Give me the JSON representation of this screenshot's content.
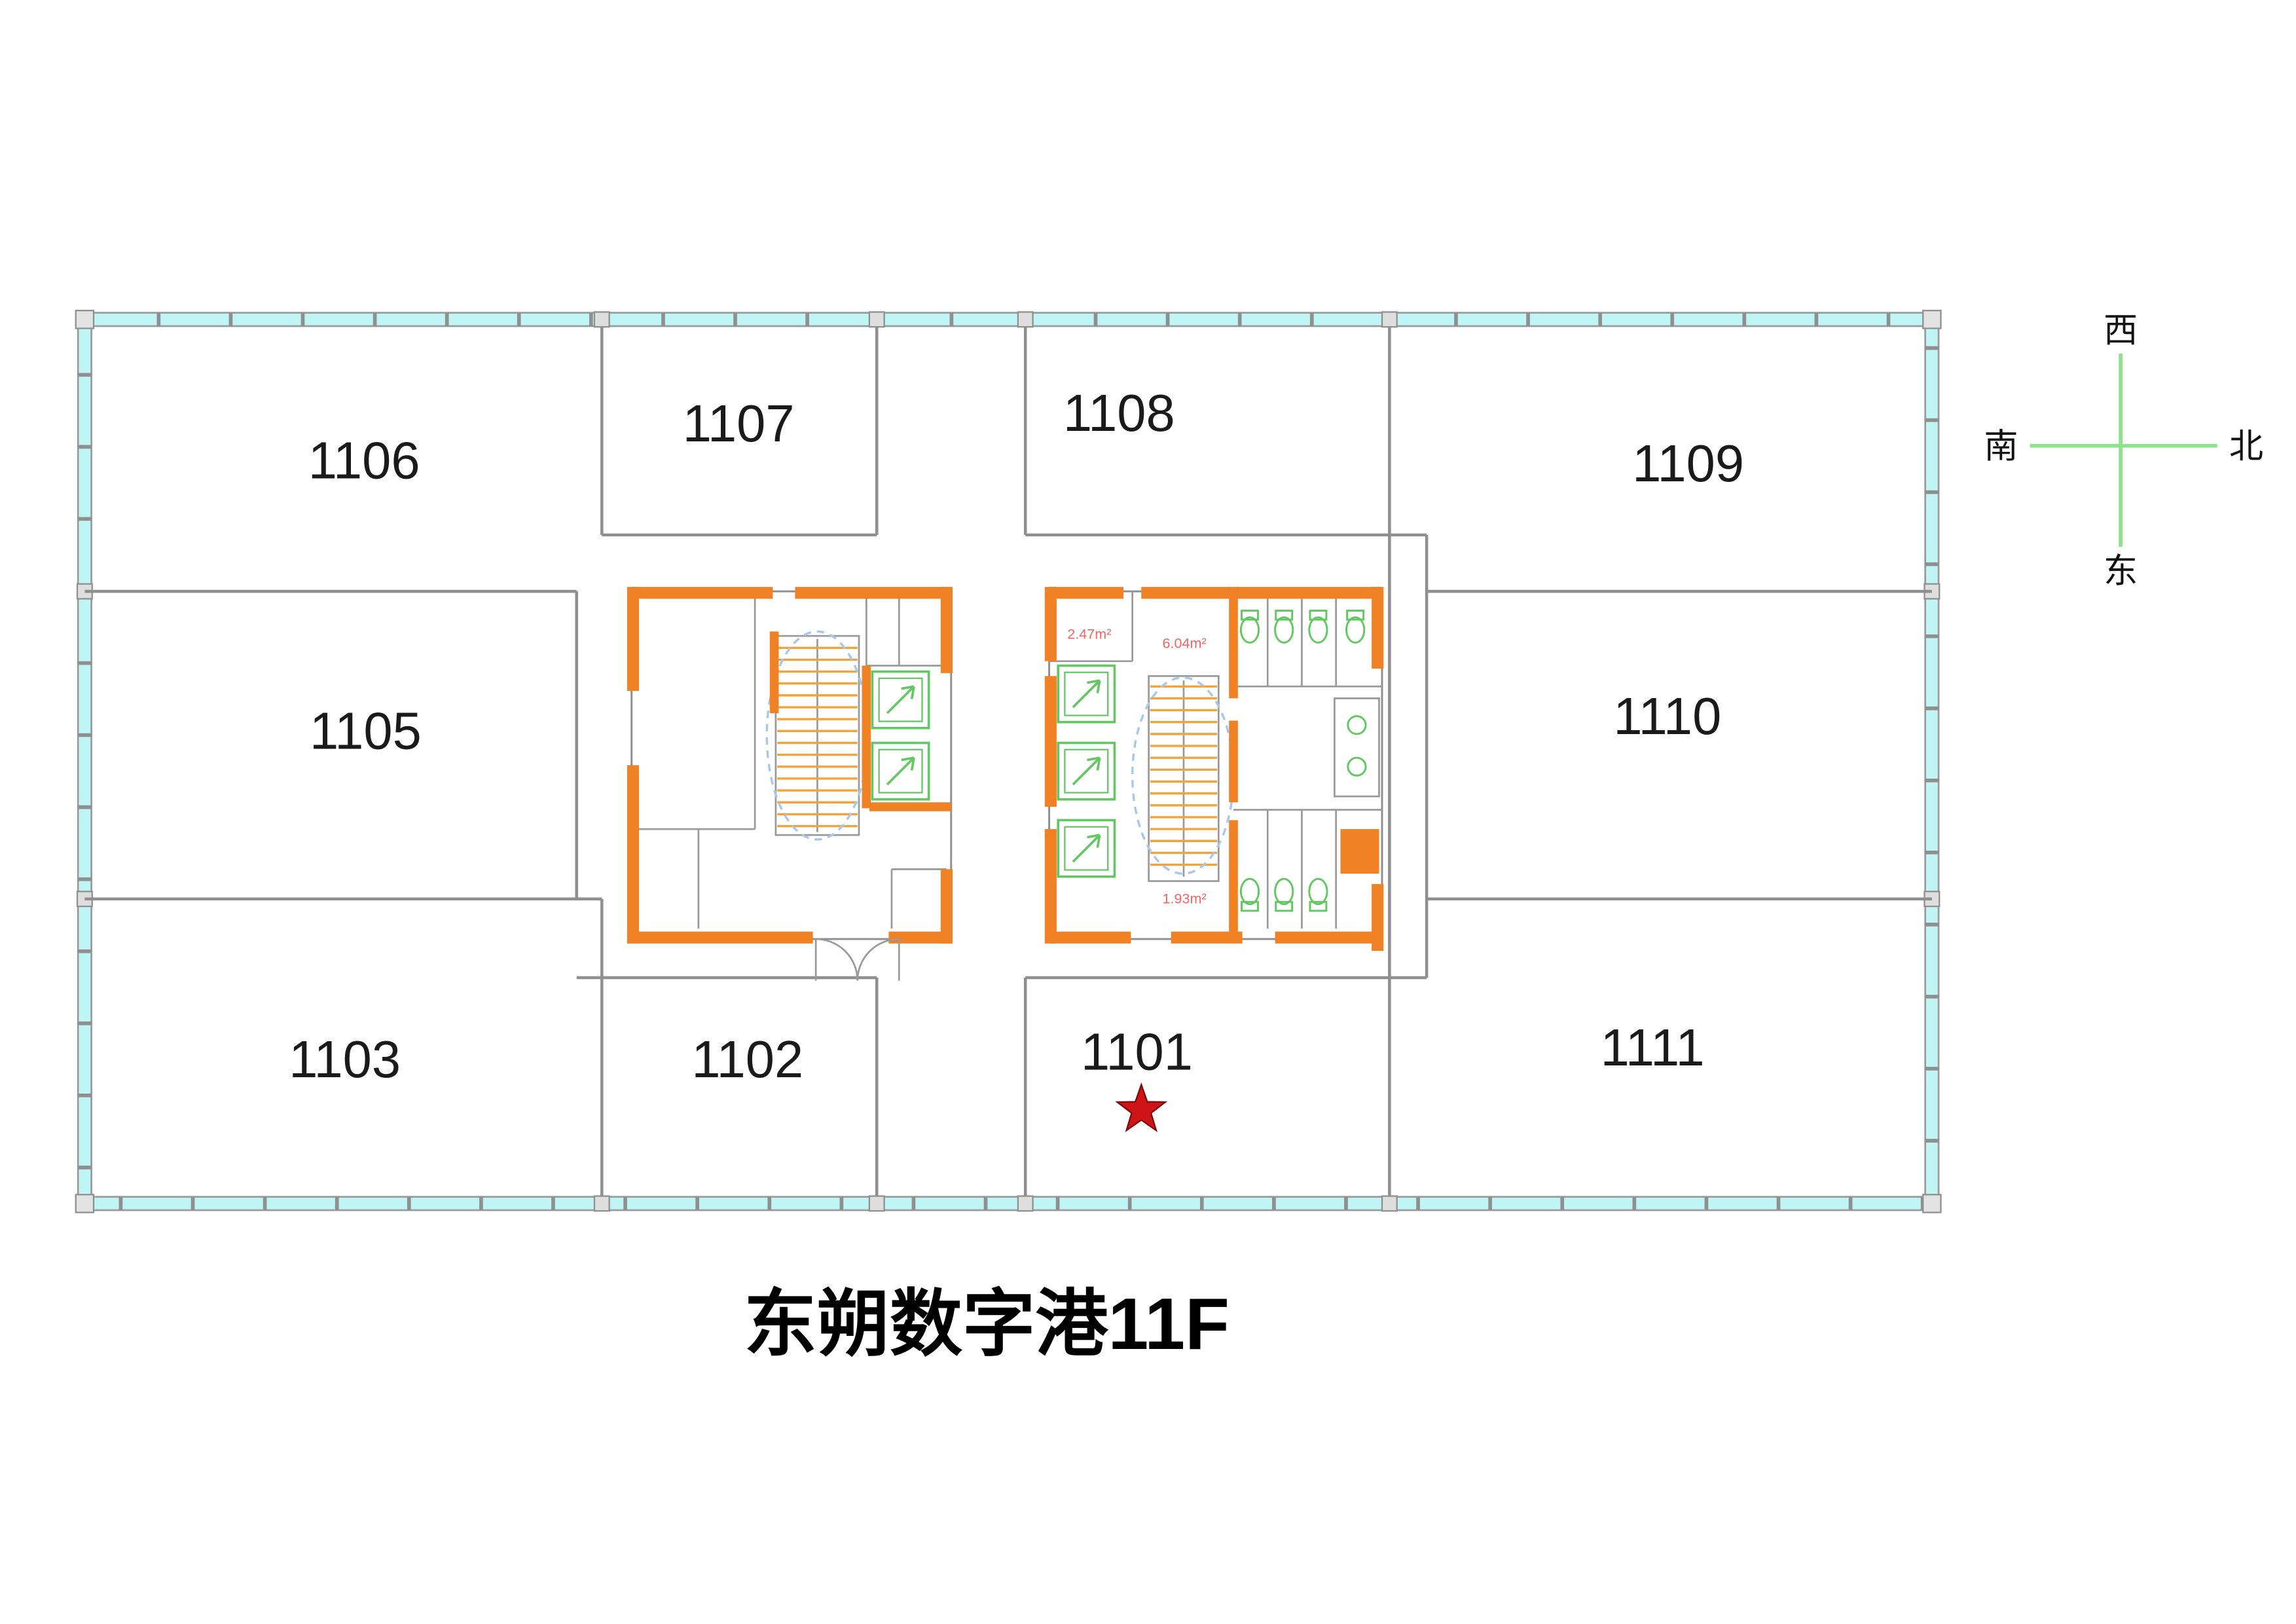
{
  "title": "东朔数字港11F",
  "compass": {
    "top": "西",
    "right": "北",
    "bottom": "东",
    "left": "南"
  },
  "rooms": [
    {
      "number": "1106"
    },
    {
      "number": "1107"
    },
    {
      "number": "1108"
    },
    {
      "number": "1109"
    },
    {
      "number": "1105"
    },
    {
      "number": "1110"
    },
    {
      "number": "1103"
    },
    {
      "number": "1102"
    },
    {
      "number": "1101"
    },
    {
      "number": "1111"
    }
  ],
  "marker": {
    "type": "star",
    "room": "1101",
    "color": "#cf1418"
  },
  "cores": {
    "right": {
      "areas": [
        {
          "value": "2.47m²"
        },
        {
          "value": "6.04m²"
        },
        {
          "value": "1.93m²"
        }
      ]
    }
  },
  "colors": {
    "glazing": "#bff5f5",
    "wall": "#8f8f8f",
    "core_wall": "#f08124",
    "fixture_green": "#63c863",
    "compass_green": "#8fe08f",
    "area_text_red": "#f26666",
    "stair_tread_orange": "#f2a33c",
    "stair_void_dash_blue": "#a9c7e8",
    "star_red": "#cf1418"
  }
}
